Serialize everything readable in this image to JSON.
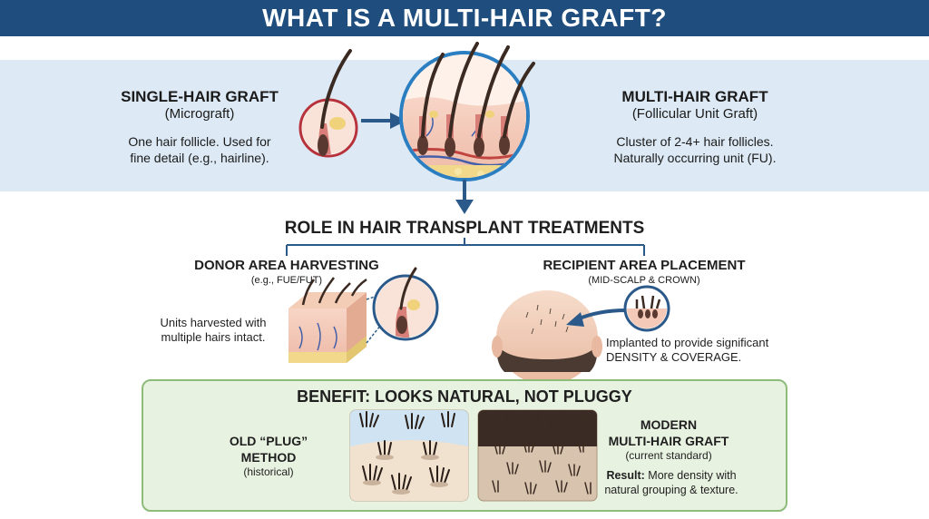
{
  "header": {
    "title": "WHAT IS A MULTI-HAIR GRAFT?"
  },
  "single": {
    "title": "SINGLE-HAIR GRAFT",
    "subtitle": "(Micrograft)",
    "desc_line1": "One hair follicle. Used for",
    "desc_line2": "fine detail (e.g., hairline)."
  },
  "multi": {
    "title": "MULTI-HAIR GRAFT",
    "subtitle": "(Follicular Unit Graft)",
    "desc_line1": "Cluster of 2-4+ hair follicles.",
    "desc_line2": "Naturally occurring unit (FU)."
  },
  "role": {
    "title": "ROLE IN HAIR TRANSPLANT TREATMENTS"
  },
  "donor": {
    "title": "DONOR AREA HARVESTING",
    "subtitle": "(e.g., FUE/FUT)",
    "desc_line1": "Units harvested with",
    "desc_line2": "multiple hairs intact."
  },
  "recipient": {
    "title": "RECIPIENT AREA PLACEMENT",
    "subtitle": "(MID-SCALP & CROWN)",
    "desc_line1": "Implanted to provide significant",
    "desc_line2": "DENSITY & COVERAGE."
  },
  "benefit": {
    "title": "BENEFIT: LOOKS NATURAL, NOT PLUGGY",
    "old_line1": "OLD “PLUG”",
    "old_line2": "METHOD",
    "old_sub": "(historical)",
    "modern_line1": "MODERN",
    "modern_line2": "MULTI-HAIR GRAFT",
    "modern_sub": "(current standard)",
    "result_label": "Result:",
    "result_line1": " More density with",
    "result_line2": "natural grouping & texture."
  },
  "colors": {
    "header_bg": "#1e4d7e",
    "band_bg": "#ddeaf5",
    "arrow": "#2b5a8a",
    "benefit_bg": "#e8f2e1",
    "benefit_border": "#8dbb7a",
    "skin": "#f4c9b8",
    "hair": "#3a2a22"
  }
}
